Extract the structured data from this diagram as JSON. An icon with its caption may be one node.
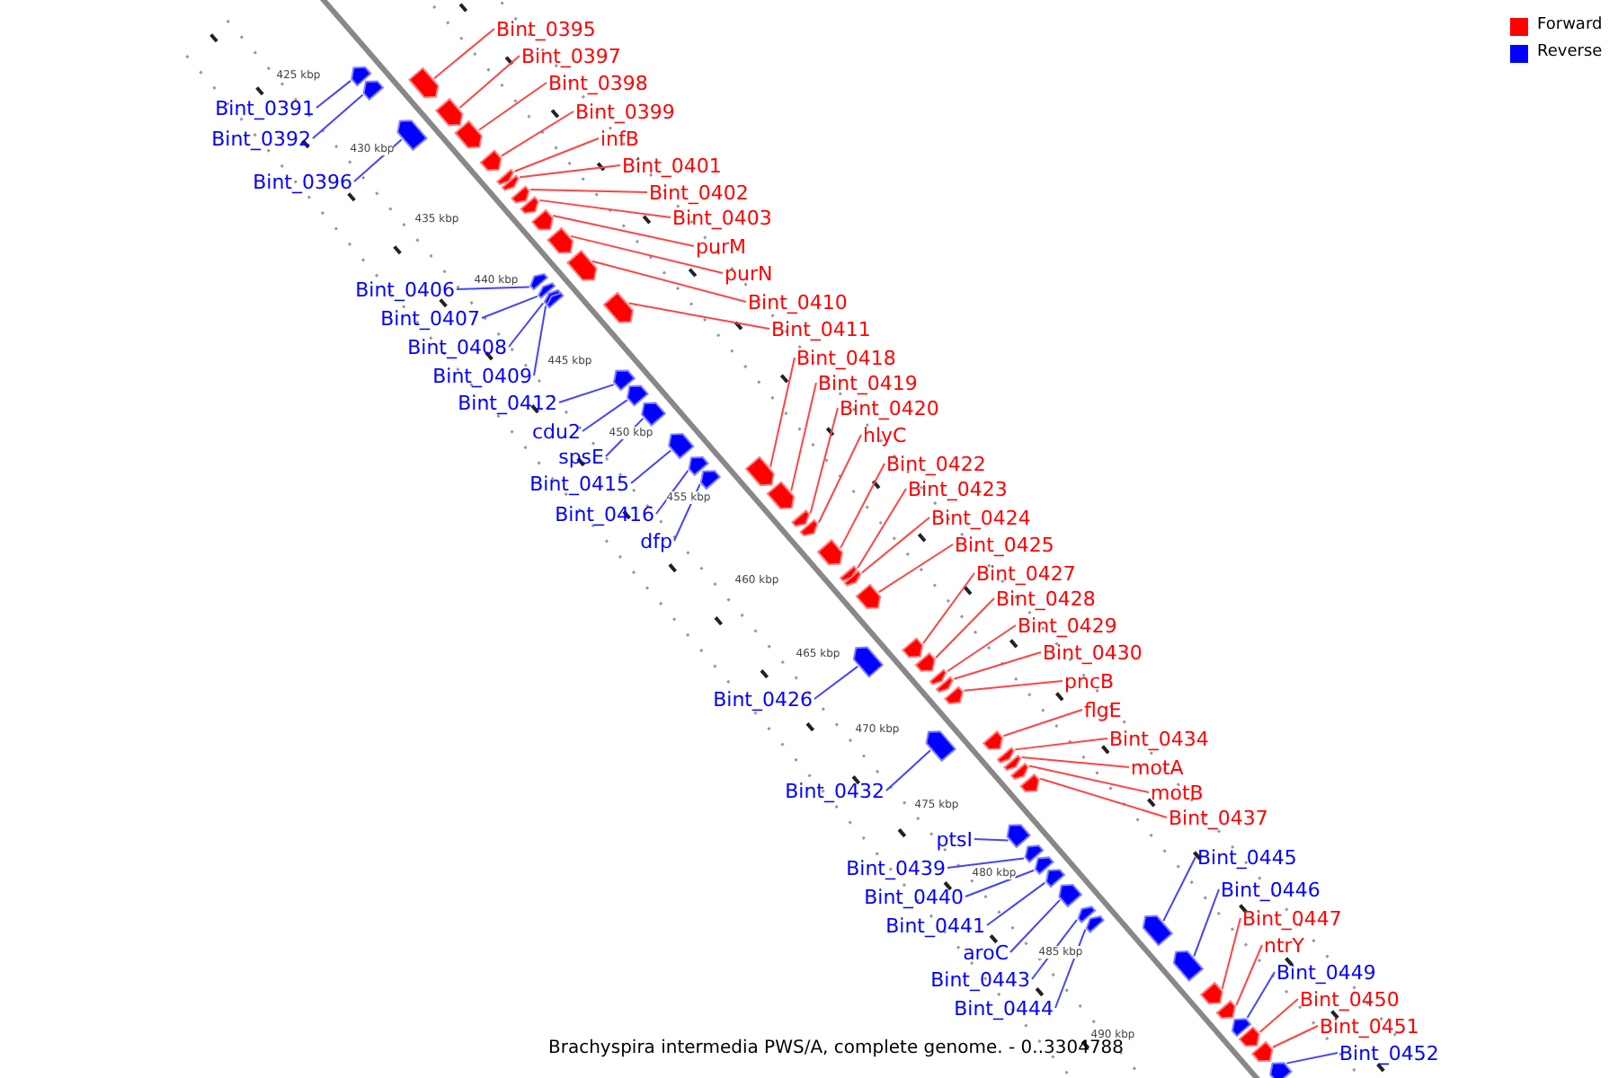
{
  "diagram": {
    "caption": "Brachyspira intermedia PWS/A, complete genome. - 0..3304788",
    "nodes": [
      {
        "text": [
          "Bint_0395"
        ]
      },
      {
        "text": [
          "Bint_0397"
        ]
      },
      {
        "text": [
          "Bint_0398"
        ]
      },
      {
        "text": [
          "Bint_0391"
        ]
      },
      {
        "text": [
          "Bint_0399"
        ]
      },
      {
        "text": [
          "Bint_0392"
        ]
      },
      {
        "text": [
          "infB"
        ]
      },
      {
        "text": [
          "Bint_0401"
        ]
      },
      {
        "text": [
          "Bint_0396"
        ]
      },
      {
        "text": [
          "Bint_0402"
        ]
      },
      {
        "text": [
          "Bint_0403"
        ]
      },
      {
        "text": [
          "purM"
        ]
      },
      {
        "text": [
          "purN"
        ]
      },
      {
        "text": [
          "Bint_0406"
        ]
      },
      {
        "text": [
          "Bint_0410"
        ]
      },
      {
        "text": [
          "Bint_0407"
        ]
      },
      {
        "text": [
          "Bint_0411"
        ]
      },
      {
        "text": [
          "Bint_0408"
        ]
      },
      {
        "text": [
          "Bint_0418"
        ]
      },
      {
        "text": [
          "Bint_0409"
        ]
      },
      {
        "text": [
          "Bint_0419"
        ]
      },
      {
        "text": [
          "Bint_0412"
        ]
      },
      {
        "text": [
          "Bint_0420"
        ]
      },
      {
        "text": [
          "cdu2"
        ]
      },
      {
        "text": [
          "hlyC"
        ]
      },
      {
        "text": [
          "spsE"
        ]
      },
      {
        "text": [
          "Bint_0422"
        ]
      },
      {
        "text": [
          "Bint_0415"
        ]
      },
      {
        "text": [
          "Bint_0423"
        ]
      },
      {
        "text": [
          "Bint_0416"
        ]
      },
      {
        "text": [
          "Bint_0424"
        ]
      },
      {
        "text": [
          "dfp"
        ]
      },
      {
        "text": [
          "Bint_0425"
        ]
      },
      {
        "text": [
          "Bint_0427"
        ]
      },
      {
        "text": [
          "Bint_0428"
        ]
      },
      {
        "text": [
          "Bint_0429"
        ]
      },
      {
        "text": [
          "Bint_0430"
        ]
      },
      {
        "text": [
          "pncB"
        ]
      },
      {
        "text": [
          "Bint_0426"
        ]
      },
      {
        "text": [
          "flgE"
        ]
      },
      {
        "text": [
          "Bint_0434"
        ]
      },
      {
        "text": [
          "motA"
        ]
      },
      {
        "text": [
          "Bint_0432"
        ]
      },
      {
        "text": [
          "motB"
        ]
      },
      {
        "text": [
          "Bint_0437"
        ]
      },
      {
        "text": [
          "ptsI"
        ]
      },
      {
        "text": [
          "Bint_0445"
        ]
      },
      {
        "text": [
          "Bint_0439"
        ]
      },
      {
        "text": [
          "Bint_0446"
        ]
      },
      {
        "text": [
          "Bint_0440"
        ]
      },
      {
        "text": [
          "Bint_0447"
        ]
      },
      {
        "text": [
          "Bint_0441"
        ]
      },
      {
        "text": [
          "ntrY"
        ]
      },
      {
        "text": [
          "aroC"
        ]
      },
      {
        "text": [
          "Bint_0449"
        ]
      },
      {
        "text": [
          "Bint_0443"
        ]
      },
      {
        "text": [
          "Bint_0450"
        ]
      },
      {
        "text": [
          "Bint_0444"
        ]
      },
      {
        "text": [
          "Bint_0451"
        ]
      },
      {
        "text": [
          "Bint_0452"
        ]
      },
      {
        "text": [],
        "shape": "arrow"
      },
      {
        "text": [],
        "shape": "arrow"
      },
      {
        "text": [],
        "shape": "arrow"
      },
      {
        "text": [],
        "shape": "arrow"
      },
      {
        "text": [],
        "shape": "arrow"
      },
      {
        "text": [],
        "shape": "arrow"
      },
      {
        "text": [],
        "shape": "arrow"
      },
      {
        "text": [],
        "shape": "arrow"
      },
      {
        "text": [],
        "shape": "arrow"
      },
      {
        "text": [],
        "shape": "arrow"
      },
      {
        "text": [],
        "shape": "arrow"
      },
      {
        "text": [],
        "shape": "arrow"
      },
      {
        "text": [],
        "shape": "arrow"
      },
      {
        "text": [],
        "shape": "arrow"
      },
      {
        "text": [],
        "shape": "arrow"
      },
      {
        "text": [],
        "shape": "arrow"
      },
      {
        "text": [],
        "shape": "arrow"
      },
      {
        "text": [],
        "shape": "arrow"
      },
      {
        "text": [],
        "shape": "arrow"
      },
      {
        "text": [],
        "shape": "arrow"
      },
      {
        "text": [],
        "shape": "arrow"
      },
      {
        "text": [],
        "shape": "arrow"
      },
      {
        "text": [],
        "shape": "arrow"
      },
      {
        "text": [],
        "shape": "arrow"
      },
      {
        "text": [],
        "shape": "arrow"
      },
      {
        "text": [],
        "shape": "arrow"
      },
      {
        "text": [],
        "shape": "arrow"
      },
      {
        "text": [],
        "shape": "arrow"
      },
      {
        "text": [],
        "shape": "arrow"
      },
      {
        "text": [],
        "shape": "arrow"
      },
      {
        "text": [],
        "shape": "arrow"
      },
      {
        "text": [],
        "shape": "arrow"
      },
      {
        "text": [],
        "shape": "arrow"
      },
      {
        "text": [],
        "shape": "arrow"
      },
      {
        "text": [],
        "shape": "arrow"
      },
      {
        "text": [],
        "shape": "arrow"
      },
      {
        "text": [],
        "shape": "arrow"
      },
      {
        "text": [],
        "shape": "arrow"
      },
      {
        "text": [],
        "shape": "arrow"
      },
      {
        "text": [],
        "shape": "arrow"
      },
      {
        "text": [],
        "shape": "arrow"
      },
      {
        "text": [],
        "shape": "arrow"
      },
      {
        "text": [],
        "shape": "arrow"
      },
      {
        "text": [],
        "shape": "arrow"
      },
      {
        "text": [],
        "shape": "arrow"
      },
      {
        "text": [],
        "shape": "arrow"
      },
      {
        "text": [],
        "shape": "arrow"
      },
      {
        "text": [],
        "shape": "arrow"
      },
      {
        "text": [],
        "shape": "arrow"
      },
      {
        "text": [],
        "shape": "arrow"
      },
      {
        "text": [],
        "shape": "arrow"
      },
      {
        "text": [],
        "shape": "arrow"
      },
      {
        "text": [],
        "shape": "arrow"
      },
      {
        "text": [],
        "shape": "arrow"
      },
      {
        "text": [],
        "shape": "arrow"
      },
      {
        "text": [],
        "shape": "arrow"
      },
      {
        "text": [],
        "shape": "arrow"
      },
      {
        "text": [],
        "shape": "arrow"
      },
      {
        "text": [],
        "shape": "arrow"
      },
      {
        "text": [],
        "shape": "arrow"
      }
    ],
    "edges": [
      {
        "from": 0,
        "to": 60,
        "arrow": "none"
      },
      {
        "from": 1,
        "to": 61,
        "arrow": "none"
      },
      {
        "from": 2,
        "to": 62,
        "arrow": "none"
      },
      {
        "from": 3,
        "to": 63,
        "arrow": "none",
        "color": "#4444ff"
      },
      {
        "from": 4,
        "to": 64,
        "arrow": "none"
      },
      {
        "from": 5,
        "to": 65,
        "arrow": "none",
        "color": "#4444ff"
      },
      {
        "from": 6,
        "to": 66,
        "arrow": "none"
      },
      {
        "from": 7,
        "to": 67,
        "arrow": "none"
      },
      {
        "from": 8,
        "to": 68,
        "arrow": "none",
        "color": "#4444ff"
      },
      {
        "from": 9,
        "to": 69,
        "arrow": "none"
      },
      {
        "from": 10,
        "to": 70,
        "arrow": "none"
      },
      {
        "from": 11,
        "to": 71,
        "arrow": "none"
      },
      {
        "from": 12,
        "to": 72,
        "arrow": "none"
      },
      {
        "from": 13,
        "to": 73,
        "arrow": "none",
        "color": "#4444ff"
      },
      {
        "from": 14,
        "to": 74,
        "arrow": "none"
      },
      {
        "from": 15,
        "to": 75,
        "arrow": "none",
        "color": "#4444ff"
      },
      {
        "from": 16,
        "to": 76,
        "arrow": "none"
      },
      {
        "from": 17,
        "to": 77,
        "arrow": "none",
        "color": "#4444ff"
      },
      {
        "from": 18,
        "to": 78,
        "arrow": "none"
      },
      {
        "from": 19,
        "to": 79,
        "arrow": "none",
        "color": "#4444ff"
      },
      {
        "from": 20,
        "to": 80,
        "arrow": "none"
      },
      {
        "from": 21,
        "to": 81,
        "arrow": "none",
        "color": "#4444ff"
      },
      {
        "from": 22,
        "to": 82,
        "arrow": "none"
      },
      {
        "from": 23,
        "to": 83,
        "arrow": "none",
        "color": "#4444ff"
      },
      {
        "from": 24,
        "to": 84,
        "arrow": "none"
      },
      {
        "from": 25,
        "to": 85,
        "arrow": "none",
        "color": "#4444ff"
      },
      {
        "from": 26,
        "to": 86,
        "arrow": "none"
      },
      {
        "from": 27,
        "to": 87,
        "arrow": "none",
        "color": "#4444ff"
      },
      {
        "from": 28,
        "to": 88,
        "arrow": "none"
      },
      {
        "from": 29,
        "to": 89,
        "arrow": "none",
        "color": "#4444ff"
      },
      {
        "from": 30,
        "to": 90,
        "arrow": "none"
      },
      {
        "from": 31,
        "to": 91,
        "arrow": "none",
        "color": "#4444ff"
      },
      {
        "from": 32,
        "to": 92,
        "arrow": "none"
      },
      {
        "from": 33,
        "to": 93,
        "arrow": "none"
      },
      {
        "from": 34,
        "to": 94,
        "arrow": "none"
      },
      {
        "from": 35,
        "to": 95,
        "arrow": "none"
      },
      {
        "from": 36,
        "to": 96,
        "arrow": "none"
      },
      {
        "from": 37,
        "to": 97,
        "arrow": "none"
      },
      {
        "from": 38,
        "to": 98,
        "arrow": "none",
        "color": "#4444ff"
      },
      {
        "from": 39,
        "to": 99,
        "arrow": "none"
      },
      {
        "from": 40,
        "to": 100,
        "arrow": "none"
      },
      {
        "from": 41,
        "to": 101,
        "arrow": "none"
      },
      {
        "from": 42,
        "to": 102,
        "arrow": "none",
        "color": "#4444ff"
      },
      {
        "from": 43,
        "to": 103,
        "arrow": "none"
      },
      {
        "from": 44,
        "to": 104,
        "arrow": "none"
      },
      {
        "from": 45,
        "to": 105,
        "arrow": "none",
        "color": "#4444ff"
      },
      {
        "from": 46,
        "to": 106,
        "arrow": "none",
        "color": "#4444ff"
      },
      {
        "from": 47,
        "to": 107,
        "arrow": "none",
        "color": "#4444ff"
      },
      {
        "from": 48,
        "to": 108,
        "arrow": "none",
        "color": "#4444ff"
      },
      {
        "from": 49,
        "to": 109,
        "arrow": "none",
        "color": "#4444ff"
      },
      {
        "from": 50,
        "to": 110,
        "arrow": "none"
      },
      {
        "from": 51,
        "to": 111,
        "arrow": "none",
        "color": "#4444ff"
      },
      {
        "from": 52,
        "to": 112,
        "arrow": "none"
      },
      {
        "from": 53,
        "to": 113,
        "arrow": "none",
        "color": "#4444ff"
      },
      {
        "from": 54,
        "to": 114,
        "arrow": "none",
        "color": "#4444ff"
      },
      {
        "from": 55,
        "to": 115,
        "arrow": "none",
        "color": "#4444ff"
      },
      {
        "from": 56,
        "to": 116,
        "arrow": "none"
      },
      {
        "from": 57,
        "to": 117,
        "arrow": "none",
        "color": "#4444ff"
      },
      {
        "from": 58,
        "to": 118,
        "arrow": "none"
      },
      {
        "from": 59,
        "to": 119,
        "arrow": "none",
        "color": "#4444ff"
      }
    ],
    "labels": [
      "425 kbp",
      "430 kbp",
      "435 kbp",
      "440 kbp",
      "445 kbp",
      "450 kbp",
      "455 kbp",
      "460 kbp",
      "465 kbp",
      "470 kbp",
      "475 kbp",
      "480 kbp",
      "485 kbp",
      "490 kbp"
    ],
    "legend": [
      {
        "text": "Forward",
        "color": "#ff0000"
      },
      {
        "text": "Reverse",
        "color": "#0000ff"
      }
    ]
  }
}
